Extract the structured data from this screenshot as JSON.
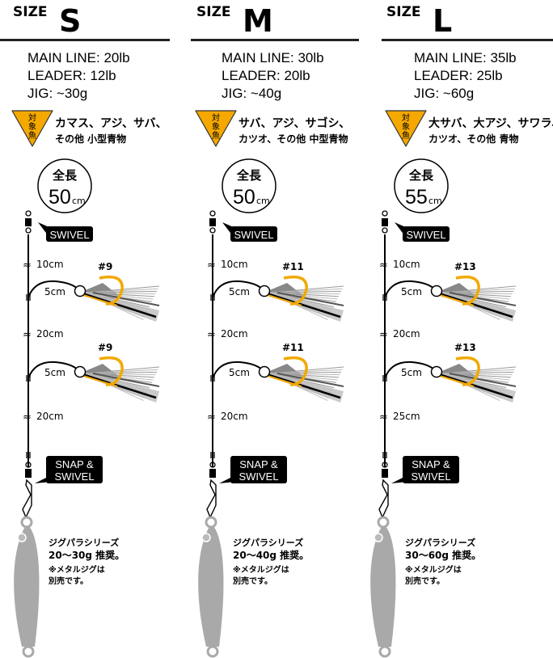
{
  "size_prefix": "SIZE",
  "target_badge": [
    "対",
    "象",
    "魚"
  ],
  "total_length_label": "全長",
  "cm_unit": "cm",
  "swivel_label": "SWIVEL",
  "snap_label": [
    "SNAP &",
    "SWIVEL"
  ],
  "branch_length": "5cm",
  "colors": {
    "hook": "#f2a900",
    "badge": "#f5a800",
    "jig": "#a9a9a9"
  },
  "columns": [
    {
      "size": "S",
      "specs": [
        "MAIN LINE: 20lb",
        "LEADER: 12lb",
        "JIG: ~30g"
      ],
      "fish": [
        "カマス、アジ、サバ、",
        "その他 小型青物"
      ],
      "total_length": "50",
      "hook": "#9",
      "segments": [
        "10cm",
        "20cm",
        "20cm"
      ],
      "jig_note": [
        "ジグパラシリーズ",
        "20〜30g 推奨。",
        "※メタルジグは",
        "別売です。"
      ]
    },
    {
      "size": "M",
      "specs": [
        "MAIN LINE: 30lb",
        "LEADER: 20lb",
        "JIG: ~40g"
      ],
      "fish": [
        "サバ、アジ、サゴシ、",
        "カツオ、その他 中型青物"
      ],
      "total_length": "50",
      "hook": "#11",
      "segments": [
        "10cm",
        "20cm",
        "20cm"
      ],
      "jig_note": [
        "ジグパラシリーズ",
        "20〜40g 推奨。",
        "※メタルジグは",
        "別売です。"
      ]
    },
    {
      "size": "L",
      "specs": [
        "MAIN LINE: 35lb",
        "LEADER: 25lb",
        "JIG: ~60g"
      ],
      "fish": [
        "大サバ、大アジ、サワラ、",
        "カツオ、その他 青物"
      ],
      "total_length": "55",
      "hook": "#13",
      "segments": [
        "10cm",
        "20cm",
        "25cm"
      ],
      "jig_note": [
        "ジグパラシリーズ",
        "30〜60g 推奨。",
        "※メタルジグは",
        "別売です。"
      ]
    }
  ]
}
